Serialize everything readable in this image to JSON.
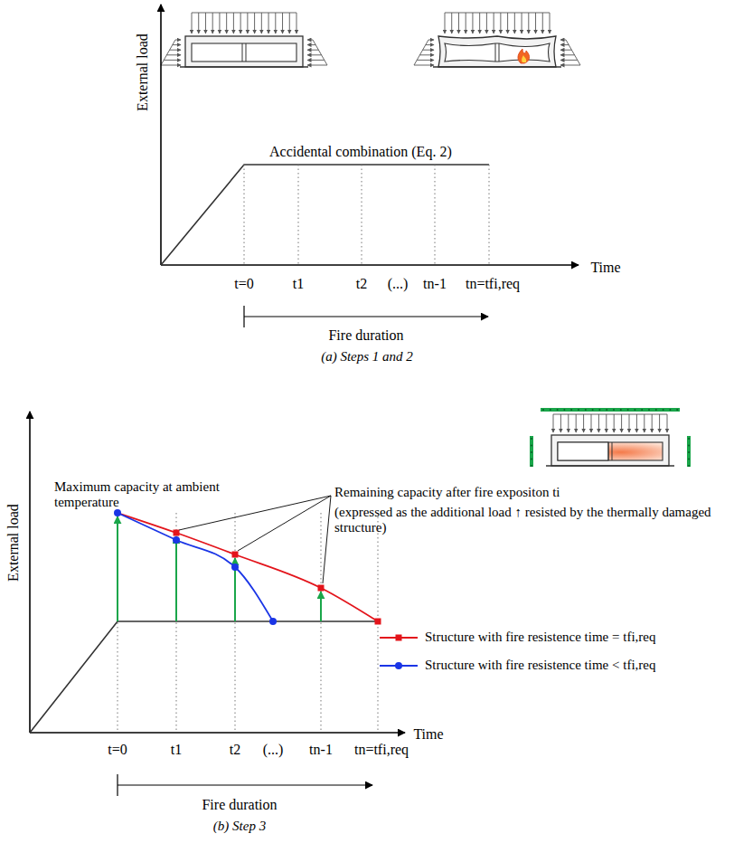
{
  "diagram": {
    "labels": [
      "External load",
      "Accidental combination (Eq. 2)",
      "t=0",
      "t1",
      "t2",
      "(...)",
      "tn-1",
      "tn=tfi,req",
      "Time",
      "Fire duration",
      "(a) Steps 1 and 2",
      "External load",
      "Maximum capacity at ambient temperature",
      "Remaining capacity after fire expositon ti",
      "(expressed as the additional load ↑ resisted by the thermally damaged structure)",
      "t=0",
      "t1",
      "t2",
      "(...)",
      "tn-1",
      "tn=tfi,req",
      "Time",
      "Fire duration",
      "(b) Step 3"
    ],
    "legend": [
      {
        "text": "Structure with fire resistence time = tfi,req"
      },
      {
        "text": "Structure with fire resistence time < tfi,req"
      }
    ]
  }
}
